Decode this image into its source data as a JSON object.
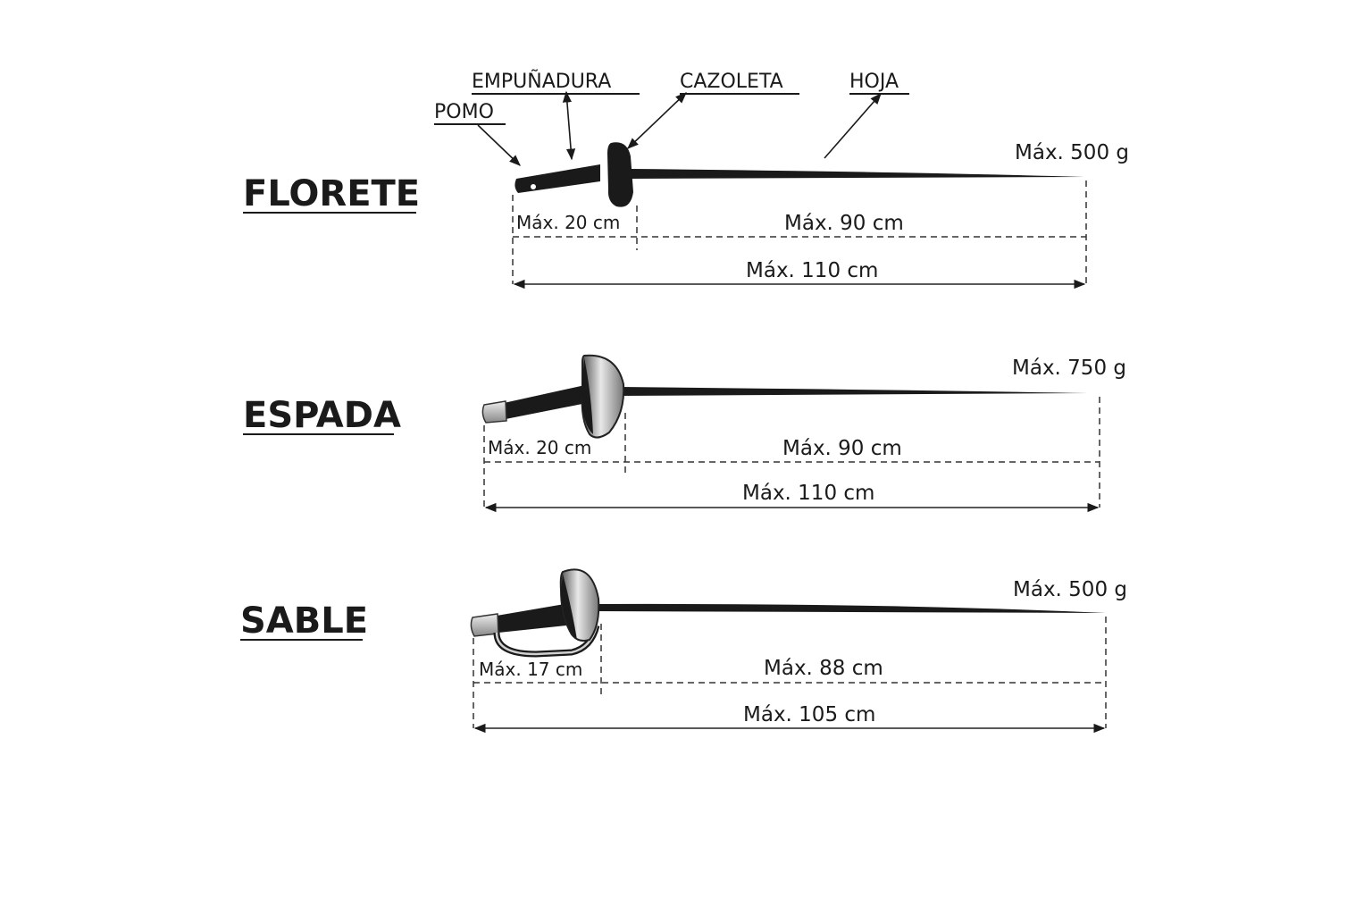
{
  "parts": {
    "pomo": "POMO",
    "empunadura": "EMPUÑADURA",
    "cazoleta": "CAZOLETA",
    "hoja": "HOJA"
  },
  "weapons": [
    {
      "name": "FLORETE",
      "weight": "Máx. 500 g",
      "grip": "Máx. 20 cm",
      "blade": "Máx. 90 cm",
      "total": "Máx. 110 cm"
    },
    {
      "name": "ESPADA",
      "weight": "Máx. 750 g",
      "grip": "Máx. 20 cm",
      "blade": "Máx. 90 cm",
      "total": "Máx. 110 cm"
    },
    {
      "name": "SABLE",
      "weight": "Máx. 500 g",
      "grip": "Máx. 17 cm",
      "blade": "Máx. 88 cm",
      "total": "Máx. 105 cm"
    }
  ],
  "colors": {
    "ink": "#1a1a1a",
    "steel": "#c8c8c8"
  }
}
